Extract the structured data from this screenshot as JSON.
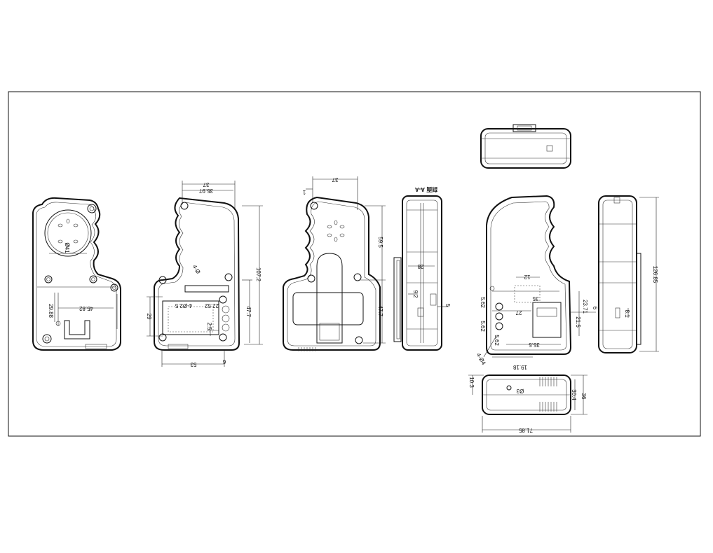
{
  "drawing": {
    "front_view": {
      "labels": [
        "29.88",
        "45.82",
        "Ø41"
      ]
    },
    "back_view": {
      "labels": [
        "37",
        "35.97",
        "107.2",
        "47.7",
        "4-Ø2.5",
        "22.52",
        "29",
        "2.5",
        "53",
        "6",
        "4-Ø"
      ]
    },
    "side_view": {
      "labels": [
        "37",
        "59.5",
        "47.7",
        "1"
      ]
    },
    "section_view": {
      "title": "剖面 A-A",
      "labels": [
        "28",
        "9.2",
        "5"
      ]
    },
    "inner_view": {
      "labels": [
        "12",
        "35",
        "27",
        "5.62",
        "5.62",
        "5.62",
        "23.71",
        "21.5",
        "6",
        "35.5",
        "19.18",
        "4-Ø4"
      ]
    },
    "end_view": {
      "labels": [
        "126.85",
        "8.1"
      ]
    },
    "bottom_view": {
      "labels": [
        "10.3",
        "Ø3",
        "30.4",
        "36",
        "71.85"
      ]
    }
  }
}
